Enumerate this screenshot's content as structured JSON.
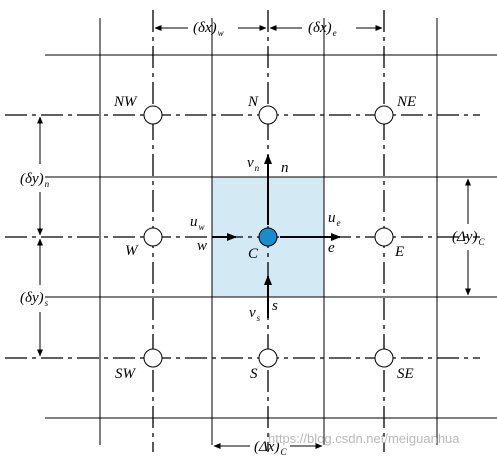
{
  "nodes": {
    "NW": "NW",
    "N": "N",
    "NE": "NE",
    "W": "W",
    "C": "C",
    "E": "E",
    "SW": "SW",
    "S": "S",
    "SE": "SE"
  },
  "faces": {
    "n": "n",
    "s": "s",
    "e": "e",
    "w": "w"
  },
  "velocities": {
    "u_w": {
      "base": "u",
      "sub": "w"
    },
    "u_e": {
      "base": "u",
      "sub": "e"
    },
    "v_n": {
      "base": "v",
      "sub": "n"
    },
    "v_s": {
      "base": "v",
      "sub": "s"
    }
  },
  "dimensions": {
    "dx_w": {
      "text": "(δx)",
      "sub": "w"
    },
    "dx_e": {
      "text": "(δx)",
      "sub": "e"
    },
    "dy_n": {
      "text": "(δy)",
      "sub": "n"
    },
    "dy_s": {
      "text": "(δy)",
      "sub": "s"
    },
    "Dy_C": {
      "text": "(Δy)",
      "sub": "C"
    },
    "Dx_C": {
      "text": "(Δx)",
      "sub": "C"
    }
  },
  "watermark": "https://blog.csdn.net/meiguanhua",
  "colors": {
    "cell_fill": "#d3e9f4",
    "center_node": "#1a8ccc",
    "line": "#000000"
  }
}
